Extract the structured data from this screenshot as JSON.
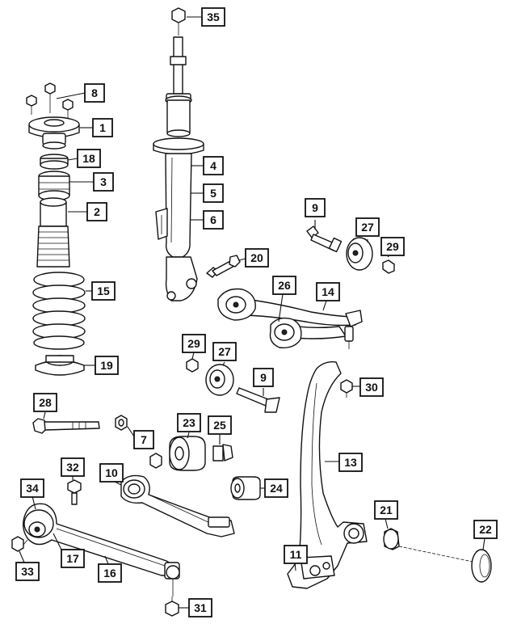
{
  "diagram": {
    "title": "",
    "callouts": [
      {
        "id": "c35",
        "label": "35"
      },
      {
        "id": "c8",
        "label": "8"
      },
      {
        "id": "c1",
        "label": "1"
      },
      {
        "id": "c18",
        "label": "18"
      },
      {
        "id": "c3",
        "label": "3"
      },
      {
        "id": "c2",
        "label": "2"
      },
      {
        "id": "c15",
        "label": "15"
      },
      {
        "id": "c19",
        "label": "19"
      },
      {
        "id": "c4",
        "label": "4"
      },
      {
        "id": "c5",
        "label": "5"
      },
      {
        "id": "c6",
        "label": "6"
      },
      {
        "id": "c20",
        "label": "20"
      },
      {
        "id": "c9a",
        "label": "9"
      },
      {
        "id": "c27a",
        "label": "27"
      },
      {
        "id": "c29a",
        "label": "29"
      },
      {
        "id": "c26",
        "label": "26"
      },
      {
        "id": "c14",
        "label": "14"
      },
      {
        "id": "c29b",
        "label": "29"
      },
      {
        "id": "c27b",
        "label": "27"
      },
      {
        "id": "c9b",
        "label": "9"
      },
      {
        "id": "c30",
        "label": "30"
      },
      {
        "id": "c28",
        "label": "28"
      },
      {
        "id": "c7",
        "label": "7"
      },
      {
        "id": "c23",
        "label": "23"
      },
      {
        "id": "c25",
        "label": "25"
      },
      {
        "id": "c13",
        "label": "13"
      },
      {
        "id": "c32",
        "label": "32"
      },
      {
        "id": "c10",
        "label": "10"
      },
      {
        "id": "c24",
        "label": "24"
      },
      {
        "id": "c34",
        "label": "34"
      },
      {
        "id": "c21",
        "label": "21"
      },
      {
        "id": "c22",
        "label": "22"
      },
      {
        "id": "c11",
        "label": "11"
      },
      {
        "id": "c17",
        "label": "17"
      },
      {
        "id": "c16",
        "label": "16"
      },
      {
        "id": "c33",
        "label": "33"
      },
      {
        "id": "c31",
        "label": "31"
      }
    ]
  }
}
